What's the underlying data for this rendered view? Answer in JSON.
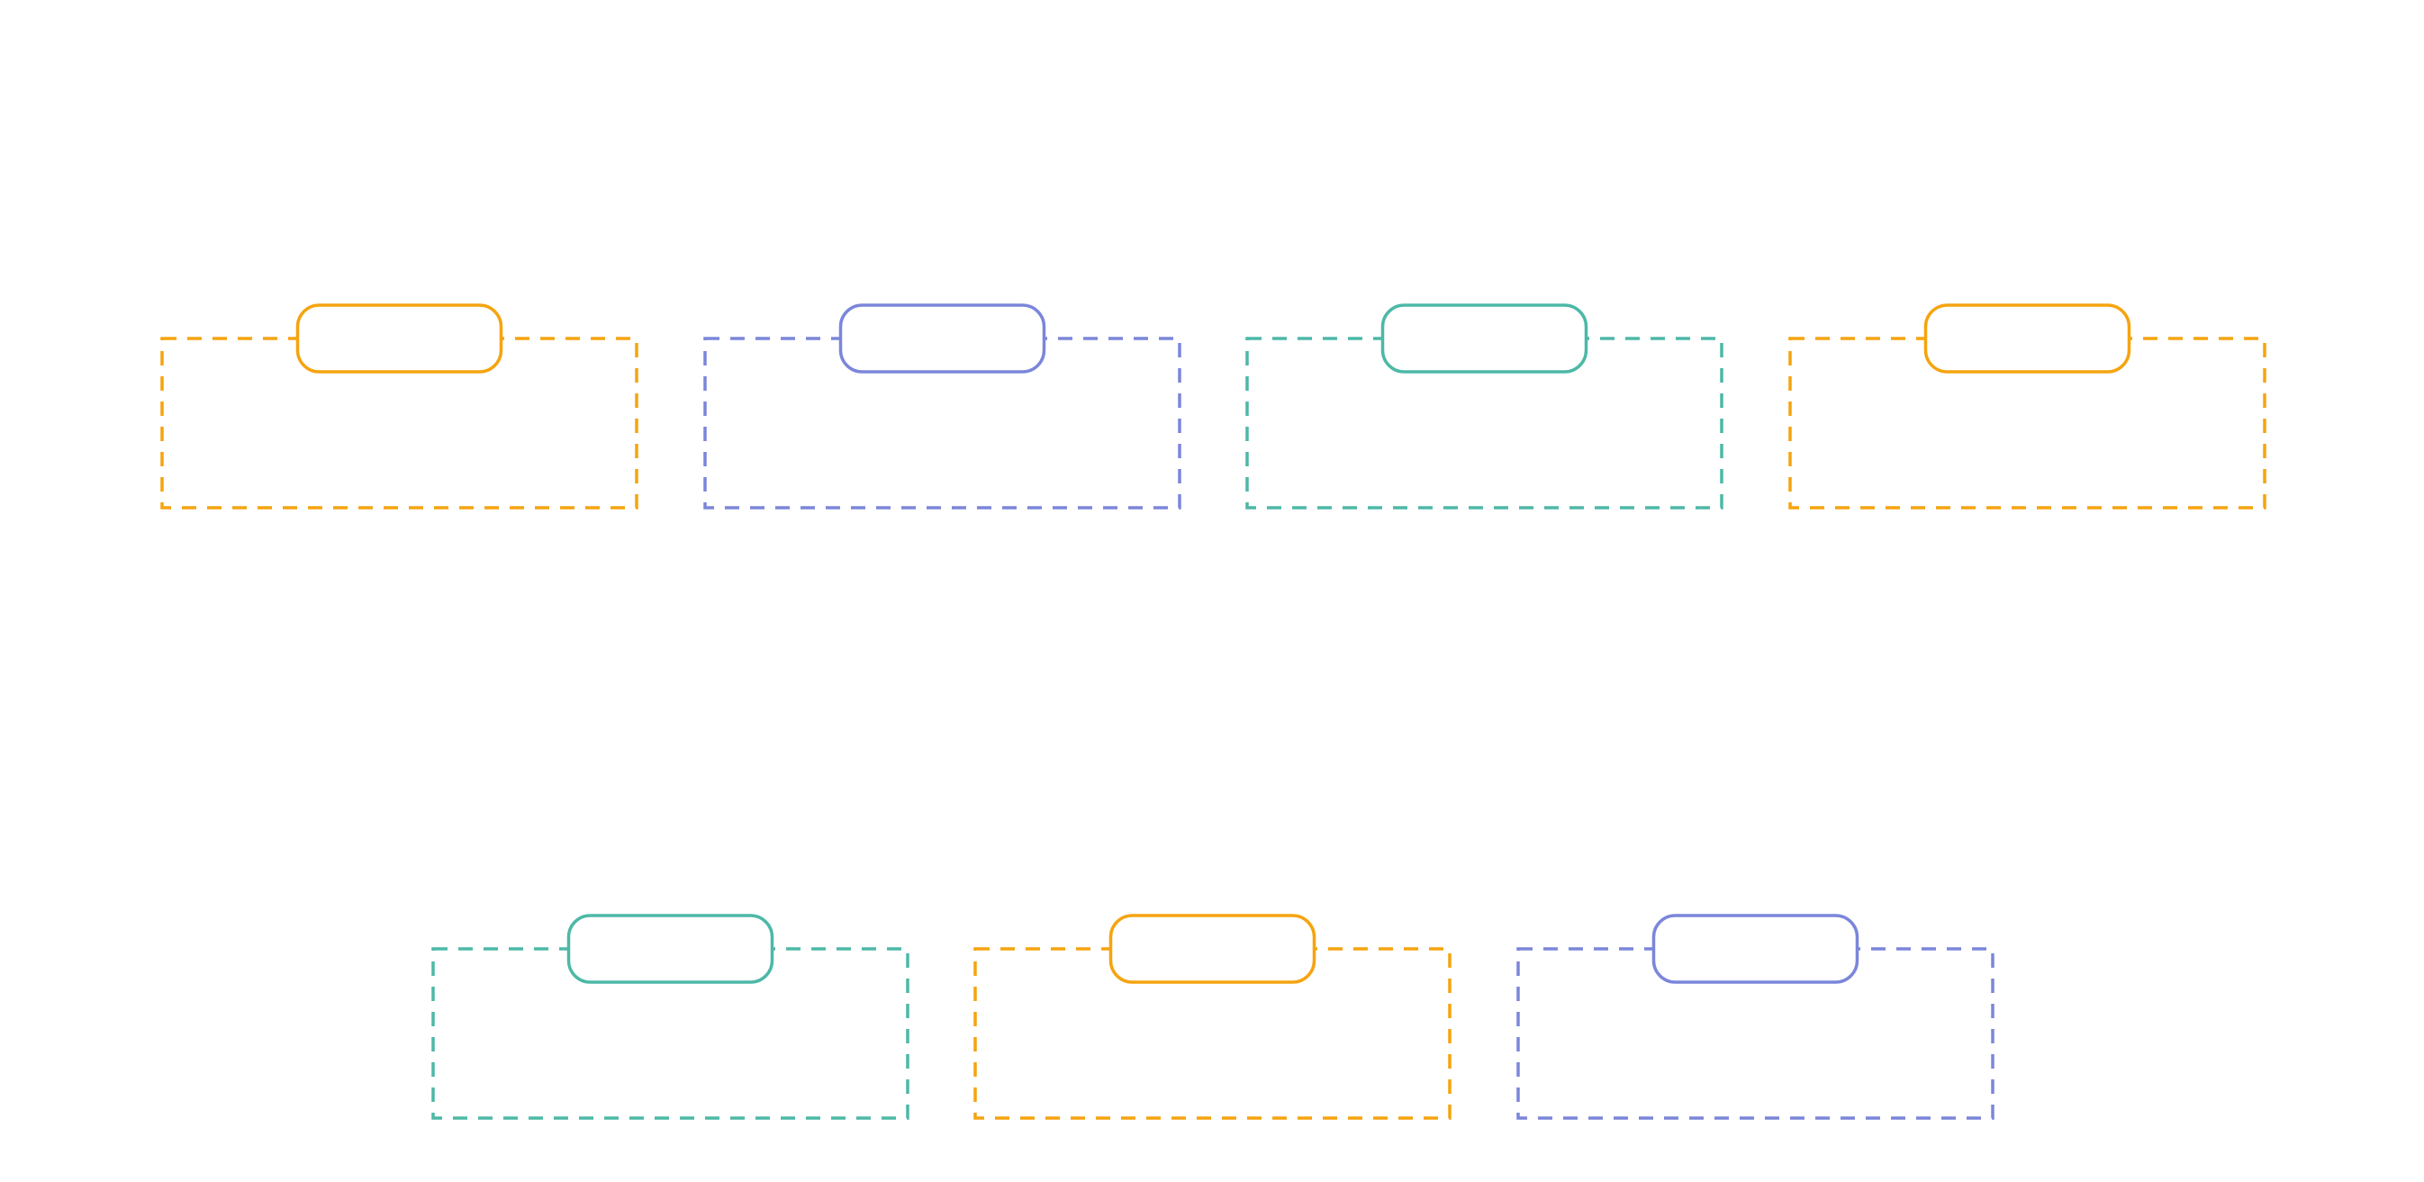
{
  "colors": {
    "background": "#ffffff",
    "orange": "#F5A40F",
    "purple": "#7B86DA",
    "teal": "#4DB8A7"
  },
  "cards": [
    {
      "id": "card-1",
      "color": "orange",
      "title": ""
    },
    {
      "id": "card-2",
      "color": "purple",
      "title": ""
    },
    {
      "id": "card-3",
      "color": "teal",
      "title": ""
    },
    {
      "id": "card-4",
      "color": "orange",
      "title": ""
    },
    {
      "id": "card-5",
      "color": "teal",
      "title": ""
    },
    {
      "id": "card-6",
      "color": "orange",
      "title": ""
    },
    {
      "id": "card-7",
      "color": "purple",
      "title": ""
    }
  ]
}
